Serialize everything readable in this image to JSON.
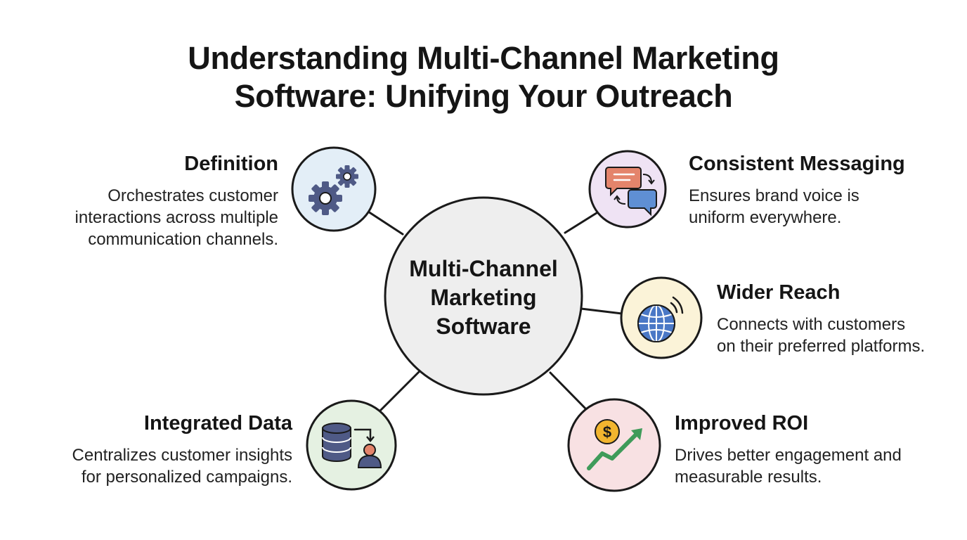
{
  "title": {
    "line1": "Understanding Multi-Channel Marketing",
    "line2": "Software: Unifying Your Outreach"
  },
  "center": {
    "line1": "Multi-Channel",
    "line2": "Marketing",
    "line3": "Software"
  },
  "nodes": {
    "definition": {
      "heading": "Definition",
      "lines": [
        "Orchestrates customer",
        "interactions across multiple",
        "communication channels."
      ],
      "icon": "gears-icon",
      "fill": "#e3eef7"
    },
    "integrated_data": {
      "heading": "Integrated Data",
      "lines": [
        "Centralizes customer insights",
        "for personalized campaigns."
      ],
      "icon": "database-user-icon",
      "fill": "#e5f1e2"
    },
    "consistent_messaging": {
      "heading": "Consistent Messaging",
      "lines": [
        "Ensures brand voice is",
        "uniform everywhere."
      ],
      "icon": "chat-bubbles-icon",
      "fill": "#efe3f4"
    },
    "wider_reach": {
      "heading": "Wider Reach",
      "lines": [
        "Connects with customers",
        "on their preferred platforms."
      ],
      "icon": "globe-signal-icon",
      "fill": "#fbf3d8"
    },
    "improved_roi": {
      "heading": "Improved ROI",
      "lines": [
        "Drives better engagement and",
        "measurable results."
      ],
      "icon": "dollar-growth-icon",
      "fill": "#f8e1e3"
    }
  },
  "colors": {
    "outline": "#1a1a1a",
    "center_fill": "#eeeeee",
    "icon_navy": "#4f5a86",
    "icon_red": "#e4846b",
    "icon_blue": "#5f8fd4",
    "icon_gold": "#f2b52f",
    "icon_green": "#3f9b5a"
  }
}
